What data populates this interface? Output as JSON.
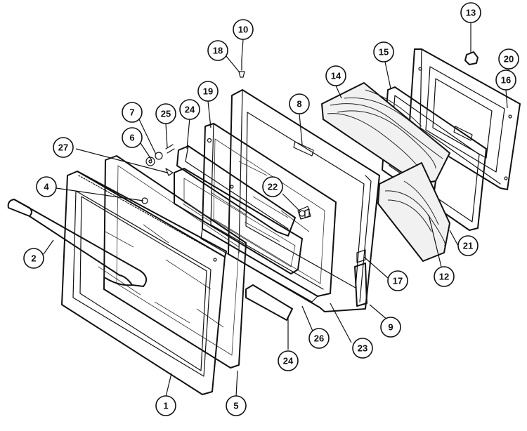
{
  "callouts": [
    {
      "id": "c1",
      "label": "1"
    },
    {
      "id": "c2",
      "label": "2"
    },
    {
      "id": "c4",
      "label": "4"
    },
    {
      "id": "c5",
      "label": "5"
    },
    {
      "id": "c6",
      "label": "6"
    },
    {
      "id": "c7",
      "label": "7"
    },
    {
      "id": "c8",
      "label": "8"
    },
    {
      "id": "c9",
      "label": "9"
    },
    {
      "id": "c10",
      "label": "10"
    },
    {
      "id": "c12",
      "label": "12"
    },
    {
      "id": "c13",
      "label": "13"
    },
    {
      "id": "c14",
      "label": "14"
    },
    {
      "id": "c15",
      "label": "15"
    },
    {
      "id": "c16",
      "label": "16"
    },
    {
      "id": "c17",
      "label": "17"
    },
    {
      "id": "c18",
      "label": "18"
    },
    {
      "id": "c19",
      "label": "19"
    },
    {
      "id": "c20",
      "label": "20"
    },
    {
      "id": "c21",
      "label": "21"
    },
    {
      "id": "c22",
      "label": "22"
    },
    {
      "id": "c23",
      "label": "23"
    },
    {
      "id": "c24a",
      "label": "24"
    },
    {
      "id": "c24b",
      "label": "24"
    },
    {
      "id": "c25",
      "label": "25"
    },
    {
      "id": "c26",
      "label": "26"
    },
    {
      "id": "c27",
      "label": "27"
    }
  ]
}
